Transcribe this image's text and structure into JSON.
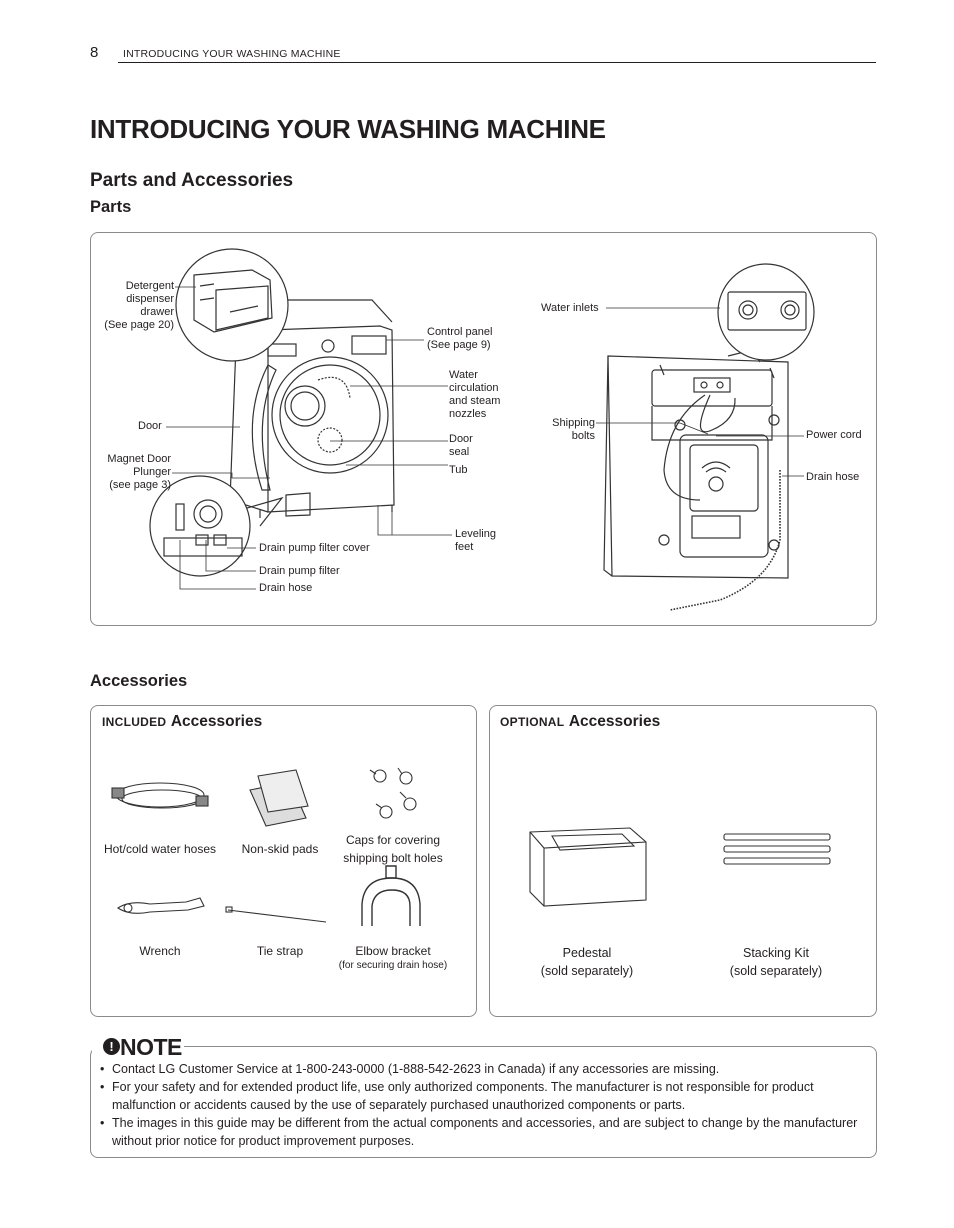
{
  "header": {
    "page_number": "8",
    "running_title": "INTRODUCING YOUR WASHING MACHINE"
  },
  "title": "INTRODUCING YOUR WASHING MACHINE",
  "section": "Parts and Accessories",
  "parts": {
    "heading": "Parts",
    "labels": {
      "detergent": [
        "Detergent",
        "dispenser",
        "drawer",
        "(See page 20)"
      ],
      "control": [
        "Control panel",
        "(See page 9)"
      ],
      "water_circ": [
        "Water",
        "circulation",
        "and steam",
        "nozzles"
      ],
      "door": "Door",
      "magnet": [
        "Magnet Door",
        "Plunger",
        "(see page 3)"
      ],
      "door_seal": [
        "Door",
        "seal"
      ],
      "tub": "Tub",
      "leveling": [
        "Leveling",
        "feet"
      ],
      "drain_filter_cover": "Drain pump filter cover",
      "drain_filter": "Drain pump filter",
      "drain_hose_front": "Drain hose",
      "water_inlets": "Water inlets",
      "shipping": [
        "Shipping",
        "bolts"
      ],
      "power_cord": "Power cord",
      "drain_hose_back": "Drain hose"
    }
  },
  "accessories": {
    "heading": "Accessories",
    "included": {
      "title_small": "Included",
      "title_big": "Accessories",
      "items": [
        {
          "label": "Hot/cold water hoses",
          "icon": "water-hoses-icon"
        },
        {
          "label": "Non-skid pads",
          "icon": "non-skid-pads-icon"
        },
        {
          "label": "Caps for covering shipping bolt holes",
          "icon": "bolt-caps-icon"
        },
        {
          "label": "Wrench",
          "icon": "wrench-icon"
        },
        {
          "label": "Tie strap",
          "icon": "tie-strap-icon"
        },
        {
          "label": "Elbow bracket",
          "sublabel": "(for securing drain hose)",
          "icon": "elbow-bracket-icon"
        }
      ]
    },
    "optional": {
      "title_small": "Optional",
      "title_big": "Accessories",
      "items": [
        {
          "label": "Pedestal",
          "sublabel": "(sold separately)",
          "icon": "pedestal-icon"
        },
        {
          "label": "Stacking Kit",
          "sublabel": "(sold separately)",
          "icon": "stacking-kit-icon"
        }
      ]
    }
  },
  "note": {
    "title": "NOTE",
    "icon": "exclamation-icon",
    "items": [
      "Contact LG Customer Service at  1-800-243-0000 (1-888-542-2623 in Canada) if any accessories are missing.",
      "For your safety and for extended product life, use only authorized components. The manufacturer is not responsible for product malfunction or accidents caused by the use of separately purchased unauthorized components or parts.",
      "The images in this guide may be different from the actual components and accessories, and are subject to change by the manufacturer without prior notice for product improvement purposes."
    ]
  }
}
